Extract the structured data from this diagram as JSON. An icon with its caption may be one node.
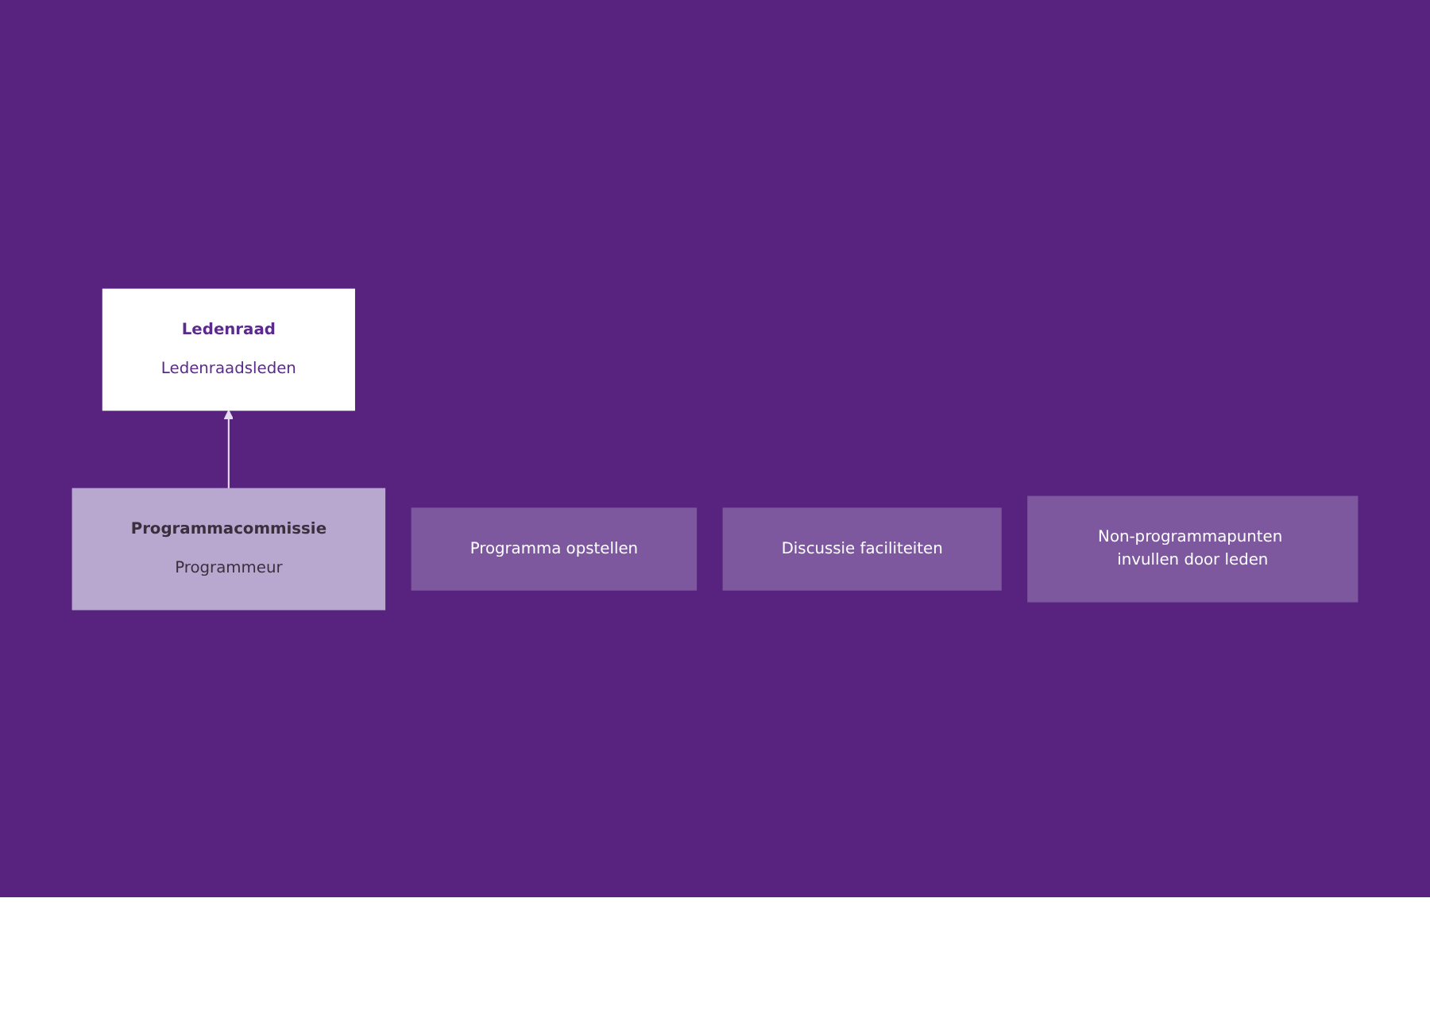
{
  "diagram": {
    "nodes": [
      {
        "text": [
          "Ledenraad",
          "Ledenraadsleden"
        ]
      },
      {
        "text": [
          "Programmacommissie",
          "Programmeur"
        ]
      },
      {
        "text": [
          "Programma opstellen"
        ]
      },
      {
        "text": [
          "Discussie faciliteiten"
        ]
      },
      {
        "text": [
          "Non-programmapunten invullen door leden"
        ]
      }
    ],
    "edges": [
      {
        "from": 1,
        "to": 0,
        "arrow": "to"
      }
    ]
  }
}
